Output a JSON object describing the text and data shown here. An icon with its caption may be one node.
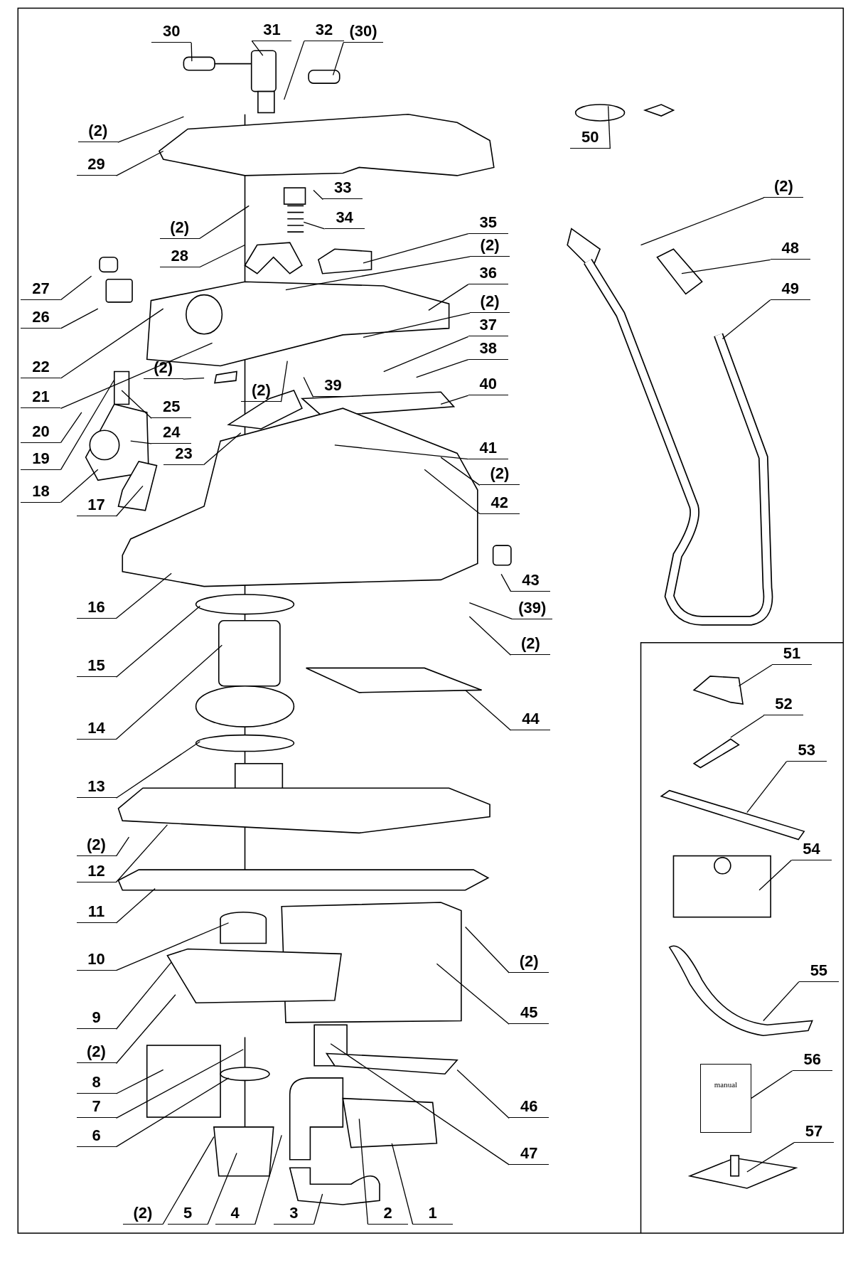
{
  "diagram": {
    "nodes": [
      {
        "text": [
          "30"
        ]
      },
      {
        "text": [
          "31"
        ]
      },
      {
        "text": [
          "32"
        ]
      },
      {
        "text": [
          "(30)"
        ]
      },
      {
        "text": [
          "(2)"
        ]
      },
      {
        "text": [
          "29"
        ]
      },
      {
        "text": [
          "33"
        ]
      },
      {
        "text": [
          "34"
        ]
      },
      {
        "text": [
          "(2)"
        ]
      },
      {
        "text": [
          "35"
        ]
      },
      {
        "text": [
          "(2)"
        ]
      },
      {
        "text": [
          "28"
        ]
      },
      {
        "text": [
          "36"
        ]
      },
      {
        "text": [
          "27"
        ]
      },
      {
        "text": [
          "(2)"
        ]
      },
      {
        "text": [
          "26"
        ]
      },
      {
        "text": [
          "37"
        ]
      },
      {
        "text": [
          "38"
        ]
      },
      {
        "text": [
          "22"
        ]
      },
      {
        "text": [
          "(2)"
        ]
      },
      {
        "text": [
          "(2)"
        ]
      },
      {
        "text": [
          "39"
        ]
      },
      {
        "text": [
          "40"
        ]
      },
      {
        "text": [
          "21"
        ]
      },
      {
        "text": [
          "25"
        ]
      },
      {
        "text": [
          "20"
        ]
      },
      {
        "text": [
          "24"
        ]
      },
      {
        "text": [
          "19"
        ]
      },
      {
        "text": [
          "23"
        ]
      },
      {
        "text": [
          "41"
        ]
      },
      {
        "text": [
          "(2)"
        ]
      },
      {
        "text": [
          "18"
        ]
      },
      {
        "text": [
          "42"
        ]
      },
      {
        "text": [
          "17"
        ]
      },
      {
        "text": [
          "43"
        ]
      },
      {
        "text": [
          "16"
        ]
      },
      {
        "text": [
          "(39)"
        ]
      },
      {
        "text": [
          "(2)"
        ]
      },
      {
        "text": [
          "15"
        ]
      },
      {
        "text": [
          "14"
        ]
      },
      {
        "text": [
          "44"
        ]
      },
      {
        "text": [
          "13"
        ]
      },
      {
        "text": [
          "(2)"
        ]
      },
      {
        "text": [
          "12"
        ]
      },
      {
        "text": [
          "11"
        ]
      },
      {
        "text": [
          "(2)"
        ]
      },
      {
        "text": [
          "10"
        ]
      },
      {
        "text": [
          "45"
        ]
      },
      {
        "text": [
          "9"
        ]
      },
      {
        "text": [
          "(2)"
        ]
      },
      {
        "text": [
          "8"
        ]
      },
      {
        "text": [
          "46"
        ]
      },
      {
        "text": [
          "7"
        ]
      },
      {
        "text": [
          "6"
        ]
      },
      {
        "text": [
          "47"
        ]
      },
      {
        "text": [
          "(2)"
        ]
      },
      {
        "text": [
          "5"
        ]
      },
      {
        "text": [
          "4"
        ]
      },
      {
        "text": [
          "3"
        ]
      },
      {
        "text": [
          "2"
        ]
      },
      {
        "text": [
          "1"
        ]
      },
      {
        "text": [
          "50"
        ]
      },
      {
        "text": [
          "(2)"
        ]
      },
      {
        "text": [
          "48"
        ]
      },
      {
        "text": [
          "49"
        ]
      },
      {
        "text": [
          "51"
        ]
      },
      {
        "text": [
          "52"
        ]
      },
      {
        "text": [
          "53"
        ]
      },
      {
        "text": [
          "54"
        ]
      },
      {
        "text": [
          "55"
        ]
      },
      {
        "text": [
          "56"
        ]
      },
      {
        "text": [
          "57"
        ]
      },
      {
        "text": [
          "manual"
        ]
      }
    ],
    "edges": [
      {
        "from": 0,
        "to": null,
        "arrow": "none"
      },
      {
        "from": 1,
        "to": null,
        "arrow": "none"
      },
      {
        "from": 2,
        "to": null,
        "arrow": "none"
      },
      {
        "from": 3,
        "to": null,
        "arrow": "none"
      },
      {
        "from": 4,
        "to": null,
        "arrow": "none"
      },
      {
        "from": 5,
        "to": null,
        "arrow": "none"
      },
      {
        "from": 6,
        "to": null,
        "arrow": "none"
      },
      {
        "from": 7,
        "to": null,
        "arrow": "none"
      },
      {
        "from": 8,
        "to": null,
        "arrow": "none"
      },
      {
        "from": 9,
        "to": null,
        "arrow": "none"
      },
      {
        "from": 10,
        "to": null,
        "arrow": "none"
      },
      {
        "from": 11,
        "to": null,
        "arrow": "none"
      },
      {
        "from": 12,
        "to": null,
        "arrow": "none"
      },
      {
        "from": 13,
        "to": null,
        "arrow": "none"
      },
      {
        "from": 14,
        "to": null,
        "arrow": "none"
      },
      {
        "from": 15,
        "to": null,
        "arrow": "none"
      },
      {
        "from": 16,
        "to": null,
        "arrow": "none"
      },
      {
        "from": 17,
        "to": null,
        "arrow": "none"
      },
      {
        "from": 18,
        "to": null,
        "arrow": "none"
      },
      {
        "from": 19,
        "to": null,
        "arrow": "none"
      },
      {
        "from": 20,
        "to": null,
        "arrow": "none"
      },
      {
        "from": 21,
        "to": null,
        "arrow": "none"
      },
      {
        "from": 22,
        "to": null,
        "arrow": "none"
      },
      {
        "from": 23,
        "to": null,
        "arrow": "none"
      },
      {
        "from": 24,
        "to": null,
        "arrow": "none"
      },
      {
        "from": 25,
        "to": null,
        "arrow": "none"
      },
      {
        "from": 26,
        "to": null,
        "arrow": "none"
      },
      {
        "from": 27,
        "to": null,
        "arrow": "none"
      },
      {
        "from": 28,
        "to": null,
        "arrow": "none"
      },
      {
        "from": 29,
        "to": null,
        "arrow": "none"
      },
      {
        "from": 30,
        "to": null,
        "arrow": "none"
      },
      {
        "from": 31,
        "to": null,
        "arrow": "none"
      },
      {
        "from": 32,
        "to": null,
        "arrow": "none"
      },
      {
        "from": 33,
        "to": null,
        "arrow": "none"
      },
      {
        "from": 34,
        "to": null,
        "arrow": "none"
      },
      {
        "from": 35,
        "to": null,
        "arrow": "none"
      },
      {
        "from": 36,
        "to": null,
        "arrow": "none"
      },
      {
        "from": 37,
        "to": null,
        "arrow": "none"
      },
      {
        "from": 38,
        "to": null,
        "arrow": "none"
      },
      {
        "from": 39,
        "to": null,
        "arrow": "none"
      },
      {
        "from": 40,
        "to": null,
        "arrow": "none"
      },
      {
        "from": 41,
        "to": null,
        "arrow": "none"
      },
      {
        "from": 42,
        "to": null,
        "arrow": "none"
      },
      {
        "from": 43,
        "to": null,
        "arrow": "none"
      },
      {
        "from": 44,
        "to": null,
        "arrow": "none"
      },
      {
        "from": 45,
        "to": null,
        "arrow": "none"
      },
      {
        "from": 46,
        "to": null,
        "arrow": "none"
      },
      {
        "from": 47,
        "to": null,
        "arrow": "none"
      },
      {
        "from": 48,
        "to": null,
        "arrow": "none"
      },
      {
        "from": 49,
        "to": null,
        "arrow": "none"
      },
      {
        "from": 50,
        "to": null,
        "arrow": "none"
      },
      {
        "from": 51,
        "to": null,
        "arrow": "none"
      },
      {
        "from": 52,
        "to": null,
        "arrow": "none"
      },
      {
        "from": 53,
        "to": null,
        "arrow": "none"
      },
      {
        "from": 54,
        "to": null,
        "arrow": "none"
      },
      {
        "from": 55,
        "to": null,
        "arrow": "none"
      },
      {
        "from": 56,
        "to": null,
        "arrow": "none"
      },
      {
        "from": 57,
        "to": null,
        "arrow": "none"
      },
      {
        "from": 58,
        "to": null,
        "arrow": "none"
      },
      {
        "from": 59,
        "to": null,
        "arrow": "none"
      },
      {
        "from": 60,
        "to": null,
        "arrow": "none"
      },
      {
        "from": 61,
        "to": null,
        "arrow": "none"
      },
      {
        "from": 62,
        "to": null,
        "arrow": "none"
      },
      {
        "from": 63,
        "to": null,
        "arrow": "none"
      },
      {
        "from": 64,
        "to": null,
        "arrow": "none"
      },
      {
        "from": 65,
        "to": null,
        "arrow": "none"
      },
      {
        "from": 66,
        "to": null,
        "arrow": "none"
      },
      {
        "from": 67,
        "to": null,
        "arrow": "none"
      },
      {
        "from": 68,
        "to": null,
        "arrow": "none"
      },
      {
        "from": 69,
        "to": null,
        "arrow": "none"
      },
      {
        "from": 70,
        "to": 72,
        "arrow": "none"
      },
      {
        "from": 71,
        "to": null,
        "arrow": "none"
      }
    ]
  }
}
